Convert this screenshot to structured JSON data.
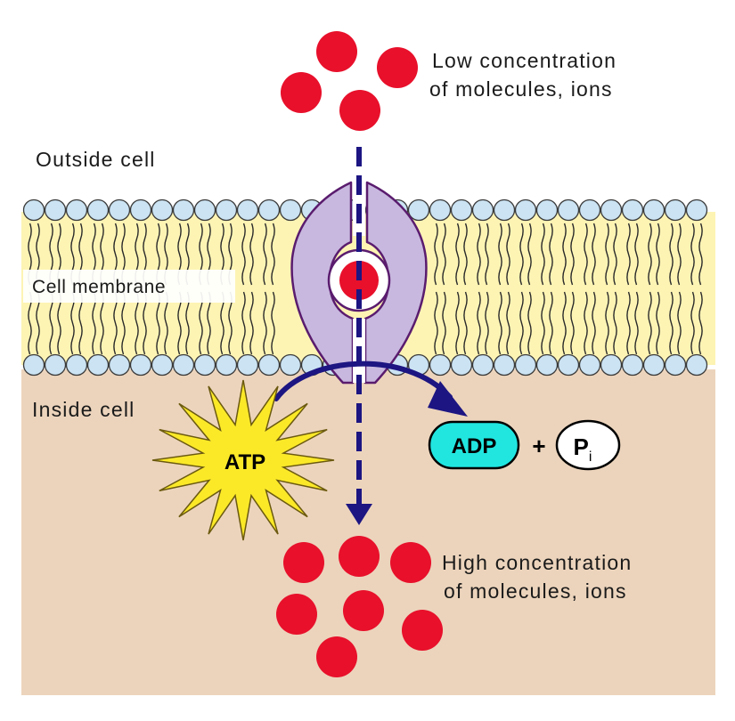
{
  "labels": {
    "outside": "Outside cell",
    "membrane": "Cell membrane",
    "inside": "Inside cell",
    "low_line1": "Low concentration",
    "low_line2": "of molecules, ions",
    "high_line1": "High concentration",
    "high_line2": "of molecules, ions",
    "atp": "ATP",
    "adp": "ADP",
    "plus": "+",
    "pi_main": "P",
    "pi_sub": "i"
  },
  "colors": {
    "cytoplasm": "#ecd4bc",
    "membrane_core": "#fdf4b4",
    "phospholipid_head": "#cbe3f3",
    "protein": "#c8b8df",
    "protein_outline": "#5a1c6e",
    "molecule": "#e8102b",
    "arrow": "#1c1582",
    "atp_star": "#fbe928",
    "adp_fill": "#21e6e0"
  },
  "counts": {
    "low_molecules": 4,
    "high_molecules": 7
  }
}
